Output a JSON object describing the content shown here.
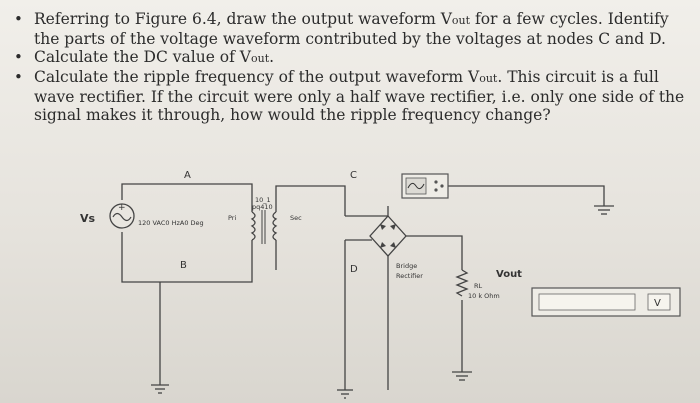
{
  "questions": [
    {
      "parts": [
        {
          "t": "Referring to Figure 6.4, draw the output waveform V"
        },
        {
          "t": "out",
          "sub": true
        },
        {
          "t": " for a few cycles. Identify the parts of the voltage waveform contributed by the voltages at nodes C and D."
        }
      ]
    },
    {
      "parts": [
        {
          "t": "Calculate the DC value of V"
        },
        {
          "t": "out",
          "sub": true
        },
        {
          "t": "."
        }
      ]
    },
    {
      "parts": [
        {
          "t": "Calculate the ripple frequency of the output waveform V"
        },
        {
          "t": "out",
          "sub": true
        },
        {
          "t": ". This circuit is a full wave rectifier. If the circuit were only a half wave rectifier, i.e. only one side of the signal makes it through, how would the ripple frequency change?"
        }
      ]
    }
  ],
  "circuit": {
    "nodes": {
      "a": "A",
      "b": "B",
      "c": "C",
      "d": "D"
    },
    "source_label": "Vs",
    "source_plus": "+",
    "source_spec": "120 VAC0 HzA0 Deg",
    "transformer_ratio_line1": "10_1",
    "transformer_ratio_line2": "pq410",
    "primary_label": "Pri",
    "secondary_label": "Sec",
    "bridge_line1": "Bridge",
    "bridge_line2": "Rectifier",
    "vout_label": "Vout",
    "resistor_line1": "RL",
    "resistor_line2": "10 k Ohm",
    "meter_unit": "V"
  }
}
